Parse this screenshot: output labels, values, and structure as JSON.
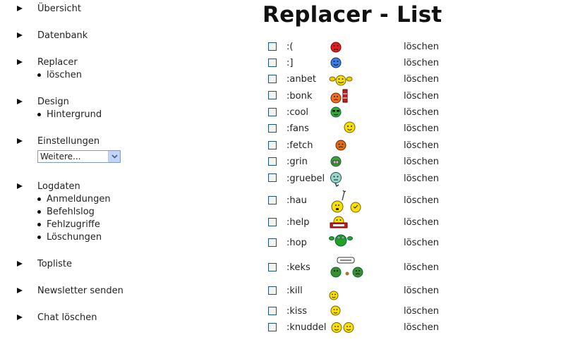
{
  "nav": {
    "sections": [
      {
        "label": "Übersicht",
        "children": []
      },
      {
        "label": "Datenbank",
        "children": []
      },
      {
        "label": "Replacer",
        "children": [
          "löschen"
        ]
      },
      {
        "label": "Design",
        "children": [
          "Hintergrund"
        ]
      },
      {
        "label": "Einstellungen",
        "children": []
      },
      {
        "label": "Logdaten",
        "children": [
          "Anmeldungen",
          "Befehlslog",
          "Fehlzugriffe",
          "Löschungen"
        ]
      },
      {
        "label": "Topliste",
        "children": []
      },
      {
        "label": "Newsletter senden",
        "children": []
      },
      {
        "label": "Chat löschen",
        "children": []
      }
    ],
    "settings_select": {
      "selected": "Weitere..."
    }
  },
  "main": {
    "title": "Replacer - List",
    "delete_label": "löschen",
    "rows": [
      {
        "code": ":(",
        "smiley": "sad-red-face-icon"
      },
      {
        "code": ":]",
        "smiley": "blue-smile-face-icon"
      },
      {
        "code": ":anbet",
        "smiley": "worship-face-icon"
      },
      {
        "code": ":bonk",
        "smiley": "bonk-face-icon"
      },
      {
        "code": ":cool",
        "smiley": "cool-face-icon"
      },
      {
        "code": ":fans",
        "smiley": "fans-face-icon"
      },
      {
        "code": ":fetch",
        "smiley": "fetch-face-icon"
      },
      {
        "code": ":grin",
        "smiley": "grin-face-icon"
      },
      {
        "code": ":gruebel",
        "smiley": "ponder-face-icon"
      },
      {
        "code": ":hau",
        "smiley": "hit-faces-icon"
      },
      {
        "code": ":help",
        "smiley": "help-sign-face-icon"
      },
      {
        "code": ":hop",
        "smiley": "hop-face-icon"
      },
      {
        "code": ":keks",
        "smiley": "cookie-faces-icon"
      },
      {
        "code": ":kill",
        "smiley": "kill-face-icon"
      },
      {
        "code": ":kiss",
        "smiley": "kiss-face-icon"
      },
      {
        "code": ":knuddel",
        "smiley": "hug-faces-icon"
      }
    ]
  }
}
